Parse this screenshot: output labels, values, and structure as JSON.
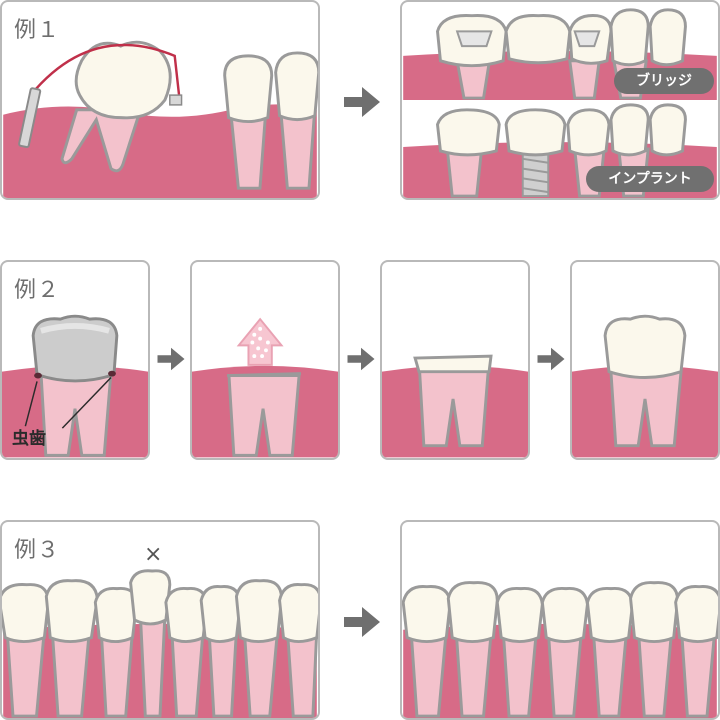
{
  "examples": [
    {
      "label": "例１"
    },
    {
      "label": "例２"
    },
    {
      "label": "例３"
    }
  ],
  "treatments": {
    "bridge": "ブリッジ",
    "implant": "インプラント"
  },
  "caries_label": "虫歯",
  "mark_label": "×",
  "colors": {
    "gum": "#d76b87",
    "gum_dark": "#c9587a",
    "root": "#f3c2cc",
    "crown": "#fbf8ec",
    "outline": "#9a9a9a",
    "panel_border": "#b9b9b9",
    "arrow": "#6f6f6f",
    "pill_bg": "#707070",
    "metal": "#c9c9c9"
  }
}
